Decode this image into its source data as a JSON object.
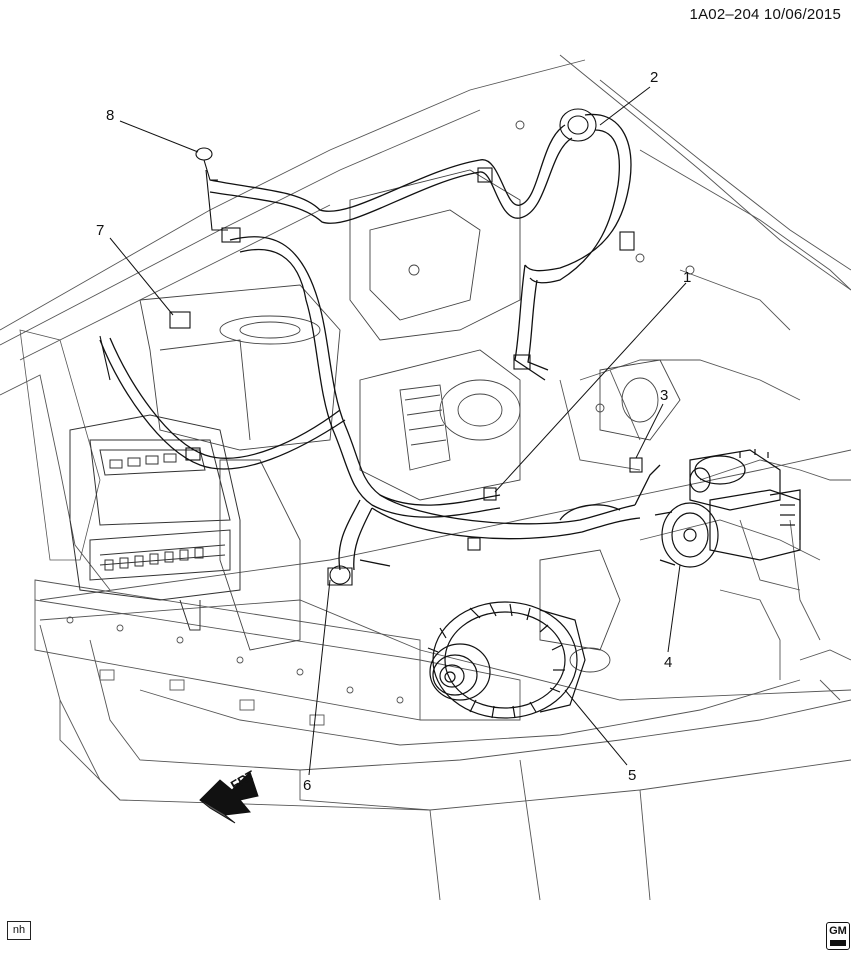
{
  "header": {
    "code": "1A02–204  10/06/2015"
  },
  "callouts": [
    {
      "id": "1",
      "label": "1"
    },
    {
      "id": "2",
      "label": "2"
    },
    {
      "id": "3",
      "label": "3"
    },
    {
      "id": "4",
      "label": "4"
    },
    {
      "id": "5",
      "label": "5"
    },
    {
      "id": "6",
      "label": "6"
    },
    {
      "id": "7",
      "label": "7"
    },
    {
      "id": "8",
      "label": "8"
    }
  ],
  "front_arrow": {
    "label": "FRT"
  },
  "corner_tag": "nh",
  "logo": {
    "text": "GM"
  }
}
